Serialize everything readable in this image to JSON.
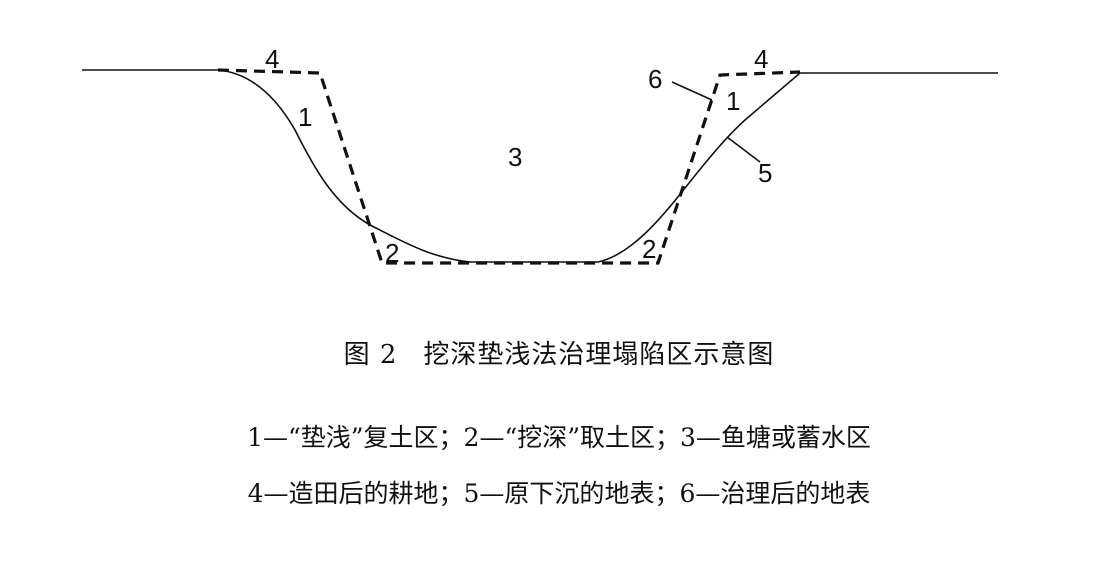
{
  "diagram": {
    "labels": {
      "fill_zone_left": "1",
      "fill_zone_right": "1",
      "cut_zone_left": "2",
      "cut_zone_right": "2",
      "pond_zone": "3",
      "farmland_left": "4",
      "farmland_right": "4",
      "original_surface": "5",
      "treated_surface": "6"
    },
    "colors": {
      "line": "#111111",
      "background": "#ffffff"
    }
  },
  "caption": {
    "figure_number": "图 2",
    "title": "挖深垫浅法治理塌陷区示意图",
    "legend_line_1": "1—“垫浅”复土区；2—“挖深”取土区；3—鱼塘或蓄水区",
    "legend_line_2": "4—造田后的耕地；5—原下沉的地表；6—治理后的地表"
  }
}
